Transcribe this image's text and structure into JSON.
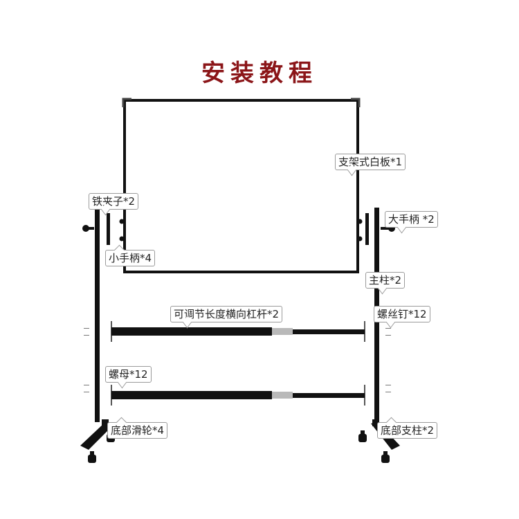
{
  "title": "安装教程",
  "colors": {
    "title": "#8b1518",
    "frame": "#111111",
    "sleeve": "#b9b9b9",
    "callout_border": "#9a9a9a"
  },
  "labels": {
    "whiteboard": "支架式白板*1",
    "iron_clip": "铁夹子*2",
    "big_handle": "大手柄 *2",
    "small_handle": "小手柄*4",
    "column": "主柱*2",
    "crossbar": "可调节长度横向杠杆*2",
    "screw": "螺丝钉*12",
    "nut": "螺母*12",
    "caster": "底部滑轮*4",
    "base": "底部支柱*2"
  }
}
